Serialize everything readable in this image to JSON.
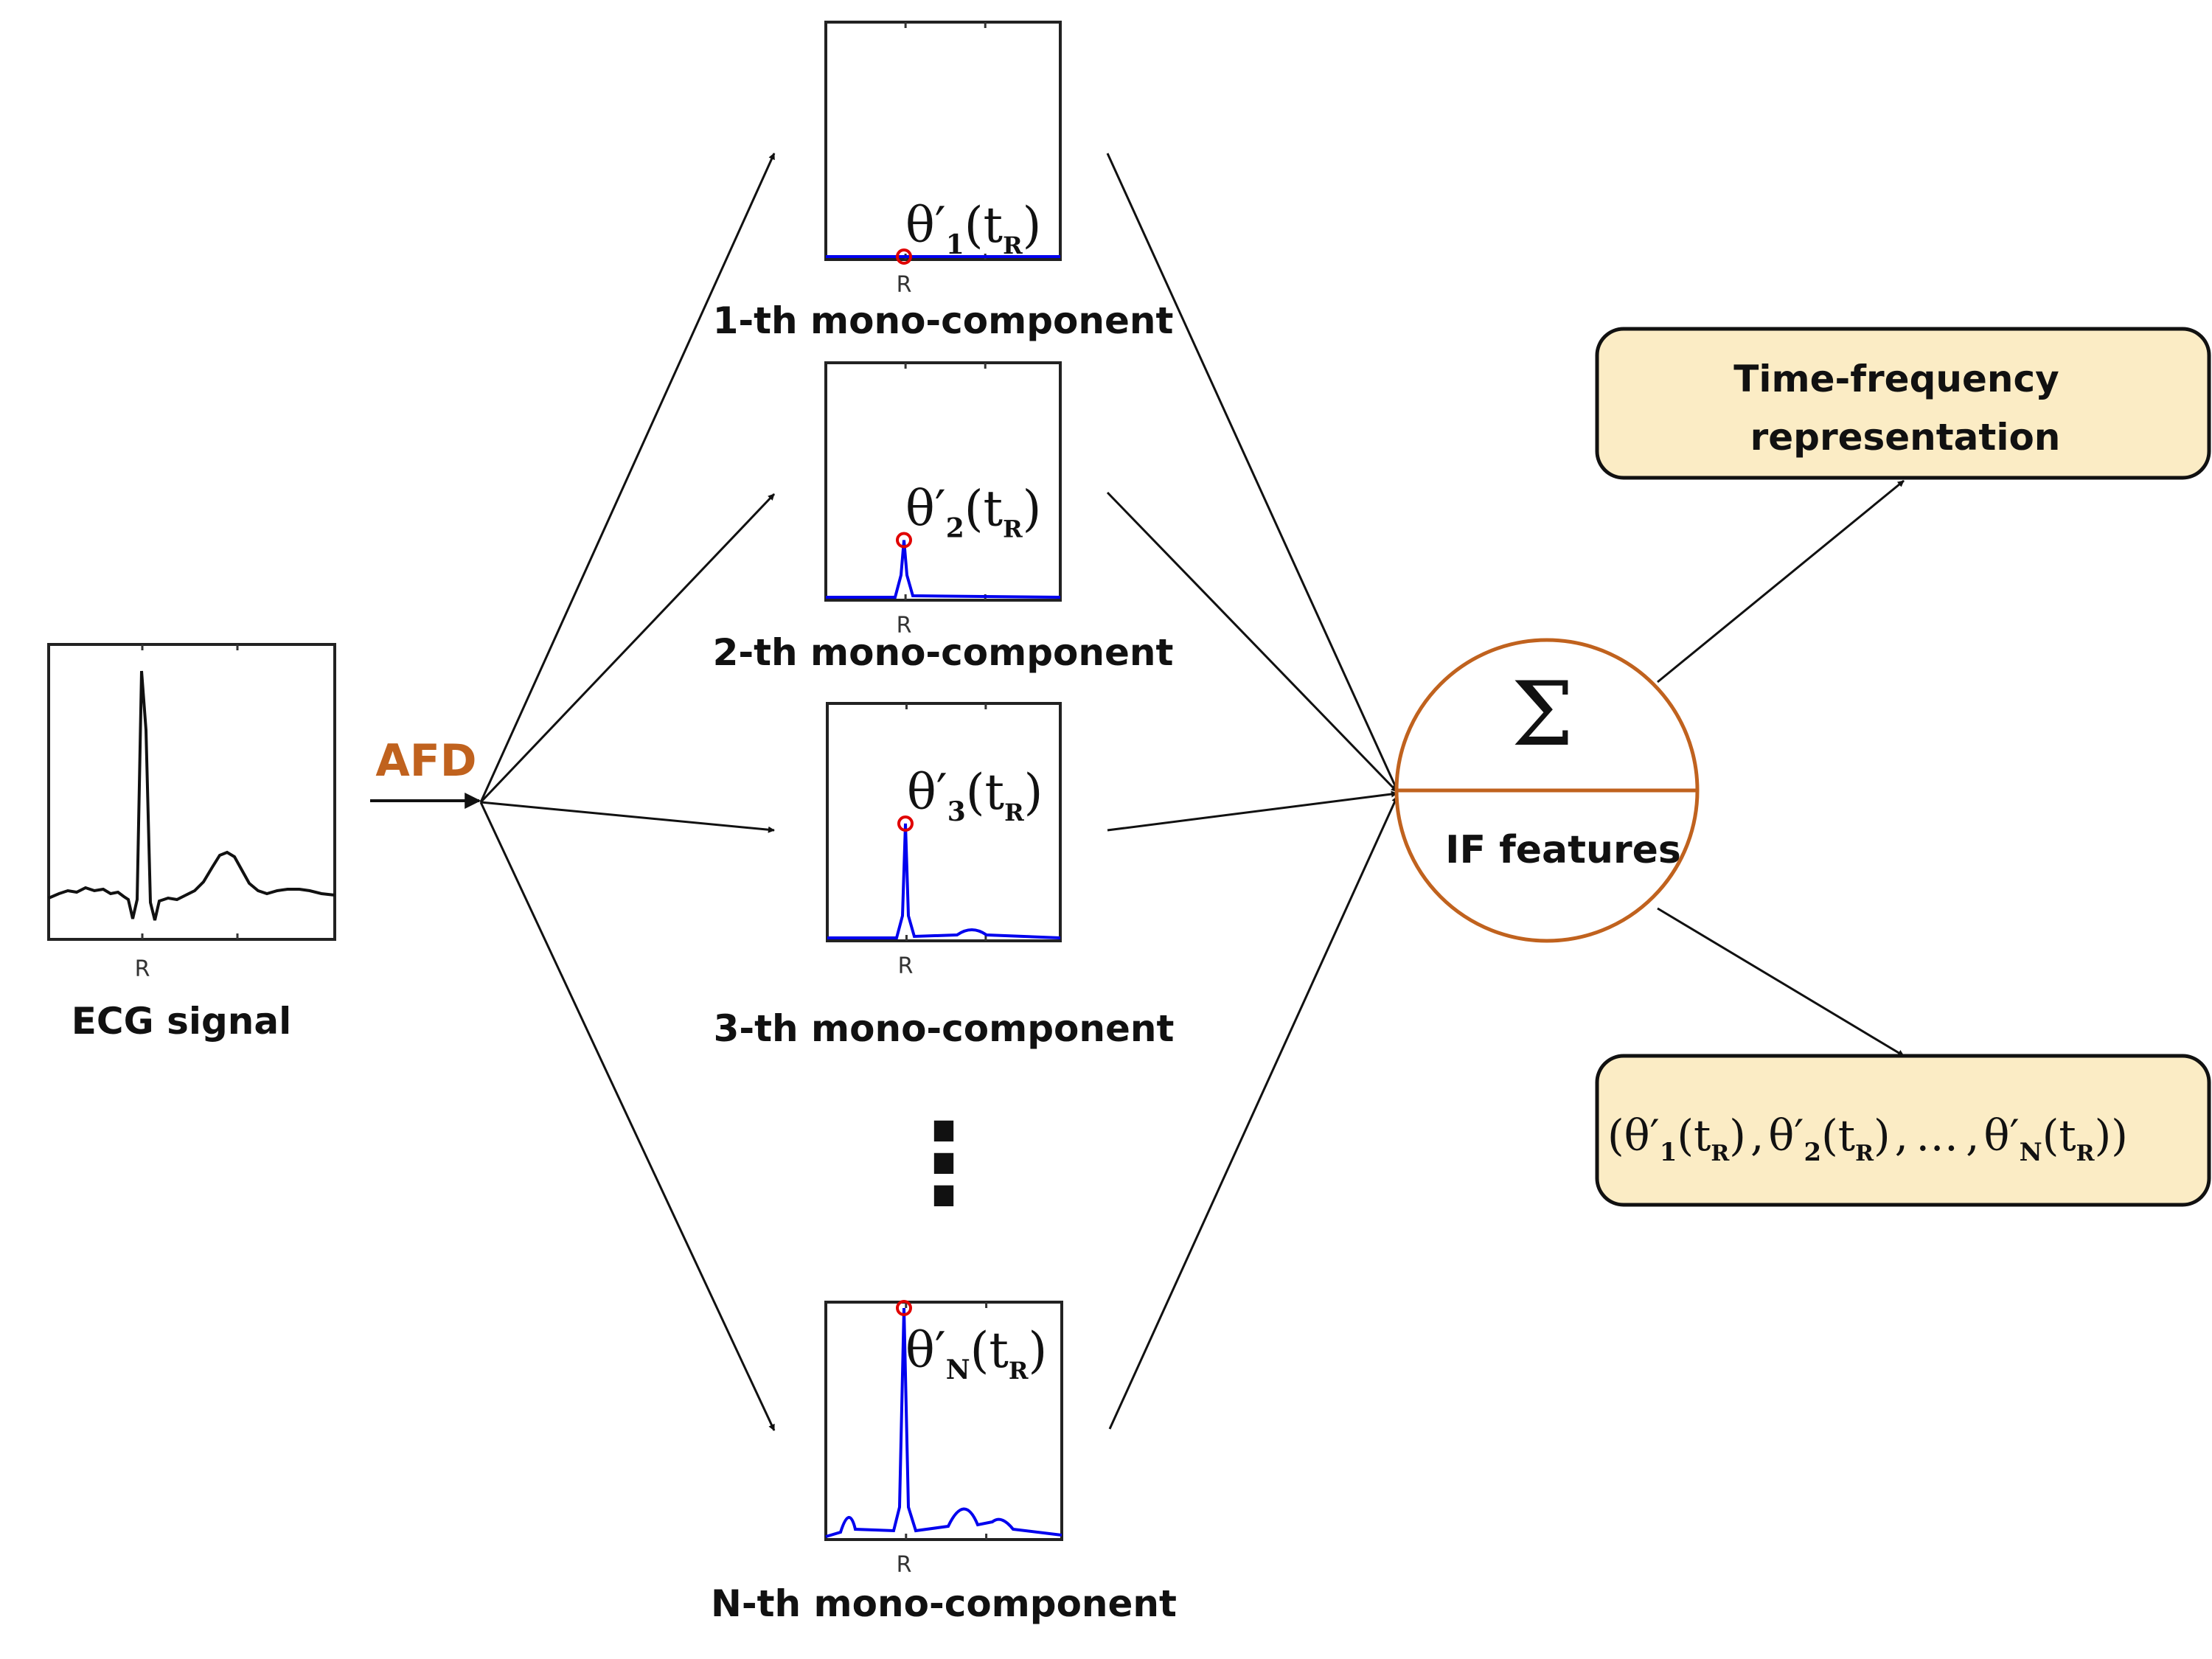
{
  "colors": {
    "accent": "#c0621e",
    "signal": "#0000ee",
    "marker": "#e00000",
    "box_fill": "#fbecc5",
    "ink": "#111111"
  },
  "ecg": {
    "label": "ECG signal",
    "tick": "R"
  },
  "afd_label": "AFD",
  "components": [
    {
      "label": "1-th mono-component",
      "tick": "R",
      "sub": "1",
      "peak": 0.0
    },
    {
      "label": "2-th mono-component",
      "tick": "R",
      "sub": "2",
      "peak": 0.25
    },
    {
      "label": "3-th mono-component",
      "tick": "R",
      "sub": "3",
      "peak": 0.5
    },
    {
      "label": "N-th mono-component",
      "tick": "R",
      "sub": "N",
      "peak": 1.0
    }
  ],
  "ellipsis": "⋮",
  "sum": {
    "symbol": "Σ",
    "label": "IF features"
  },
  "math": {
    "theta": "θ′",
    "t": "t",
    "r": "R",
    "open": "(",
    "close": ")",
    "comma": ",",
    "dots": "…"
  },
  "outputs": {
    "tfr": {
      "line1": "Time-frequency",
      "line2": "representation"
    },
    "features_sub_first": "1",
    "features_sub_second": "2",
    "features_sub_last": "N"
  }
}
